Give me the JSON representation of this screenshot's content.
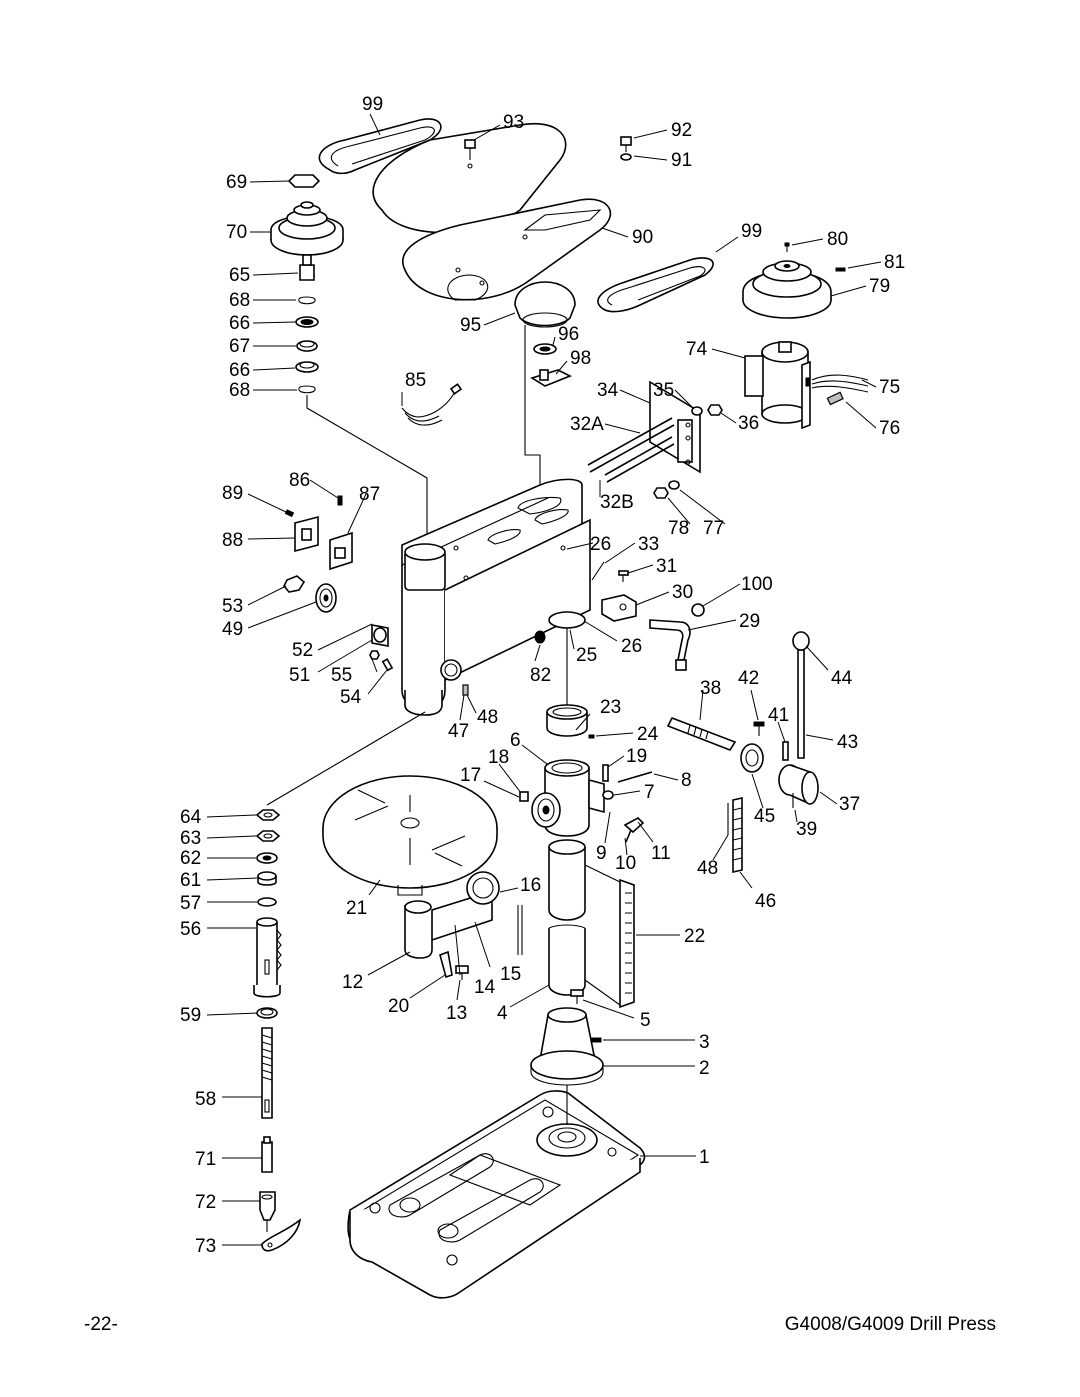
{
  "footer": {
    "page_number": "-22-",
    "document_title": "G4008/G4009 Drill Press"
  },
  "callouts": [
    {
      "id": "c99a",
      "label": "99"
    },
    {
      "id": "c93",
      "label": "93"
    },
    {
      "id": "c92",
      "label": "92"
    },
    {
      "id": "c91",
      "label": "91"
    },
    {
      "id": "c69",
      "label": "69"
    },
    {
      "id": "c70",
      "label": "70"
    },
    {
      "id": "c90",
      "label": "90"
    },
    {
      "id": "c99b",
      "label": "99"
    },
    {
      "id": "c80",
      "label": "80"
    },
    {
      "id": "c81",
      "label": "81"
    },
    {
      "id": "c65",
      "label": "65"
    },
    {
      "id": "c79",
      "label": "79"
    },
    {
      "id": "c68a",
      "label": "68"
    },
    {
      "id": "c66a",
      "label": "66"
    },
    {
      "id": "c95",
      "label": "95"
    },
    {
      "id": "c96",
      "label": "96"
    },
    {
      "id": "c67",
      "label": "67"
    },
    {
      "id": "c74",
      "label": "74"
    },
    {
      "id": "c66b",
      "label": "66"
    },
    {
      "id": "c85",
      "label": "85"
    },
    {
      "id": "c98",
      "label": "98"
    },
    {
      "id": "c68b",
      "label": "68"
    },
    {
      "id": "c75",
      "label": "75"
    },
    {
      "id": "c34",
      "label": "34"
    },
    {
      "id": "c35",
      "label": "35"
    },
    {
      "id": "c32A",
      "label": "32A"
    },
    {
      "id": "c36",
      "label": "36"
    },
    {
      "id": "c76",
      "label": "76"
    },
    {
      "id": "c89",
      "label": "89"
    },
    {
      "id": "c86",
      "label": "86"
    },
    {
      "id": "c87",
      "label": "87"
    },
    {
      "id": "c32B",
      "label": "32B"
    },
    {
      "id": "c78",
      "label": "78"
    },
    {
      "id": "c77",
      "label": "77"
    },
    {
      "id": "c88",
      "label": "88"
    },
    {
      "id": "c26a",
      "label": "26"
    },
    {
      "id": "c33",
      "label": "33"
    },
    {
      "id": "c31",
      "label": "31"
    },
    {
      "id": "c53",
      "label": "53"
    },
    {
      "id": "c100",
      "label": "100"
    },
    {
      "id": "c30",
      "label": "30"
    },
    {
      "id": "c49",
      "label": "49"
    },
    {
      "id": "c52",
      "label": "52"
    },
    {
      "id": "c29",
      "label": "29"
    },
    {
      "id": "c26b",
      "label": "26"
    },
    {
      "id": "c25",
      "label": "25"
    },
    {
      "id": "c51",
      "label": "51"
    },
    {
      "id": "c55",
      "label": "55"
    },
    {
      "id": "c82",
      "label": "82"
    },
    {
      "id": "c44",
      "label": "44"
    },
    {
      "id": "c54",
      "label": "54"
    },
    {
      "id": "c38",
      "label": "38"
    },
    {
      "id": "c42",
      "label": "42"
    },
    {
      "id": "c23",
      "label": "23"
    },
    {
      "id": "c41",
      "label": "41"
    },
    {
      "id": "c47",
      "label": "47"
    },
    {
      "id": "c48a",
      "label": "48"
    },
    {
      "id": "c24",
      "label": "24"
    },
    {
      "id": "c43",
      "label": "43"
    },
    {
      "id": "c6",
      "label": "6"
    },
    {
      "id": "c18",
      "label": "18"
    },
    {
      "id": "c19",
      "label": "19"
    },
    {
      "id": "c17",
      "label": "17"
    },
    {
      "id": "c8",
      "label": "8"
    },
    {
      "id": "c7",
      "label": "7"
    },
    {
      "id": "c64",
      "label": "64"
    },
    {
      "id": "c45",
      "label": "45"
    },
    {
      "id": "c37",
      "label": "37"
    },
    {
      "id": "c63",
      "label": "63"
    },
    {
      "id": "c39",
      "label": "39"
    },
    {
      "id": "c62",
      "label": "62"
    },
    {
      "id": "c9",
      "label": "9"
    },
    {
      "id": "c10",
      "label": "10"
    },
    {
      "id": "c11",
      "label": "11"
    },
    {
      "id": "c48b",
      "label": "48"
    },
    {
      "id": "c61",
      "label": "61"
    },
    {
      "id": "c16",
      "label": "16"
    },
    {
      "id": "c57",
      "label": "57"
    },
    {
      "id": "c21",
      "label": "21"
    },
    {
      "id": "c46",
      "label": "46"
    },
    {
      "id": "c56",
      "label": "56"
    },
    {
      "id": "c22",
      "label": "22"
    },
    {
      "id": "c12",
      "label": "12"
    },
    {
      "id": "c14",
      "label": "14"
    },
    {
      "id": "c15",
      "label": "15"
    },
    {
      "id": "c20",
      "label": "20"
    },
    {
      "id": "c13",
      "label": "13"
    },
    {
      "id": "c4",
      "label": "4"
    },
    {
      "id": "c5",
      "label": "5"
    },
    {
      "id": "c59",
      "label": "59"
    },
    {
      "id": "c3",
      "label": "3"
    },
    {
      "id": "c2",
      "label": "2"
    },
    {
      "id": "c58",
      "label": "58"
    },
    {
      "id": "c71",
      "label": "71"
    },
    {
      "id": "c1",
      "label": "1"
    },
    {
      "id": "c72",
      "label": "72"
    },
    {
      "id": "c73",
      "label": "73"
    }
  ]
}
